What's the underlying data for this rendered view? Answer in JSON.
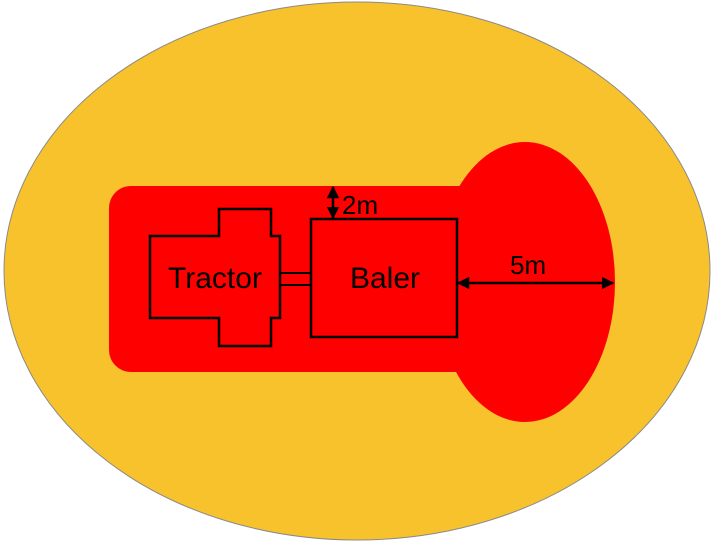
{
  "colors": {
    "outer_zone": "#F8C22C",
    "outer_zone_stroke": "#8A8A8A",
    "inner_zone": "#FF0000",
    "outline": "#000000"
  },
  "labels": {
    "tractor": "Tractor",
    "baler": "Baler",
    "side_clearance": "2m",
    "rear_clearance": "5m"
  }
}
